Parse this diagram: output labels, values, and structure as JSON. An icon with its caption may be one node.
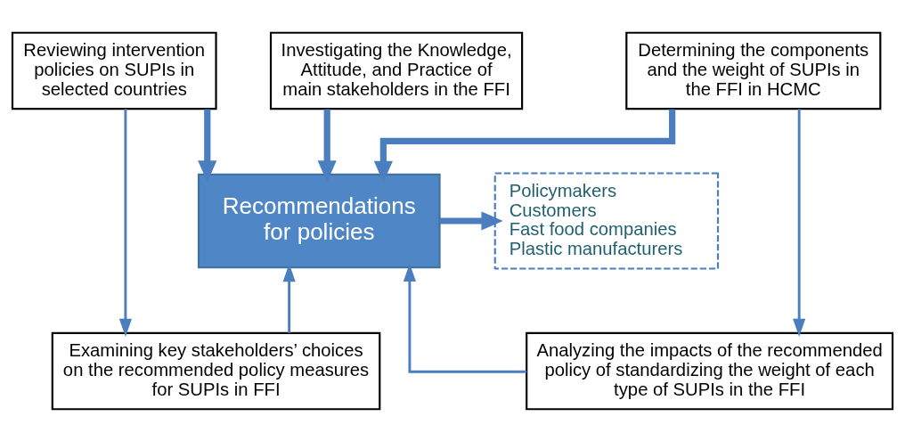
{
  "diagram": {
    "nodes": [
      {
        "text": [
          "Reviewing intervention policies on SUPIs in selected countries"
        ]
      },
      {
        "text": [
          "Investigating the Knowledge, Attitude, and Practice of main stakeholders in the FFI"
        ]
      },
      {
        "text": [
          "Determining the components and the weight of SUPIs in the FFI in HCMC"
        ]
      },
      {
        "text": [
          "Recommendations for policies"
        ]
      },
      {
        "text": [
          "Policymakers",
          "Customers",
          "Fast food companies",
          "Plastic manufacturers"
        ]
      },
      {
        "text": [
          "Examining key stakeholders’ choices on the recommended policy measures for SUPIs in FFI"
        ]
      },
      {
        "text": [
          "Analyzing the impacts of the recommended policy of standardizing the weight of each type of SUPIs in the FFI"
        ]
      }
    ],
    "edges": [
      {
        "from": 0,
        "to": 3,
        "arrow": "to",
        "style": "thick"
      },
      {
        "from": 1,
        "to": 3,
        "arrow": "to",
        "style": "thick"
      },
      {
        "from": 2,
        "to": 3,
        "arrow": "to",
        "style": "thick"
      },
      {
        "from": 0,
        "to": 5,
        "arrow": "to"
      },
      {
        "from": 2,
        "to": 6,
        "arrow": "to"
      },
      {
        "from": 5,
        "to": 3,
        "arrow": "to"
      },
      {
        "from": 6,
        "to": 3,
        "arrow": "to"
      },
      {
        "from": 3,
        "to": 4,
        "arrow": "to",
        "style": "thick"
      }
    ]
  }
}
